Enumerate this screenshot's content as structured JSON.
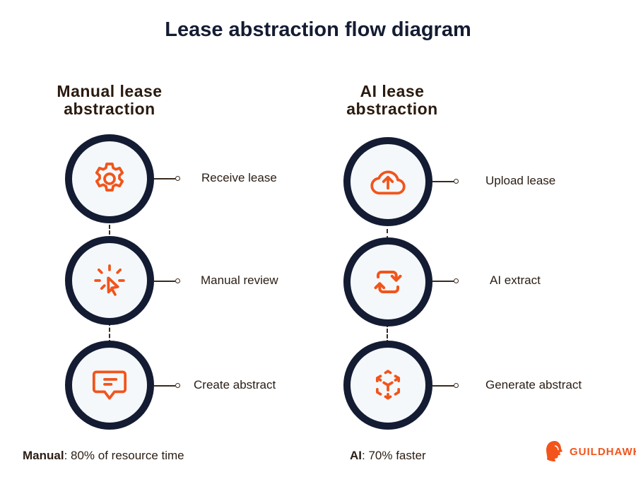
{
  "title": "Lease abstraction flow diagram",
  "manual": {
    "heading": "Manual lease abstraction",
    "steps": [
      {
        "label": "Receive lease",
        "icon": "gear-icon"
      },
      {
        "label": "Manual review",
        "icon": "cursor-click-icon"
      },
      {
        "label": "Create abstract",
        "icon": "chat-bubble-icon"
      }
    ],
    "footer_bold": "Manual",
    "footer_text": ": 80% of resource time"
  },
  "ai": {
    "heading": "AI lease abstraction",
    "steps": [
      {
        "label": "Upload lease",
        "icon": "cloud-upload-icon"
      },
      {
        "label": "AI extract",
        "icon": "refresh-icon"
      },
      {
        "label": "Generate abstract",
        "icon": "cube-expand-icon"
      }
    ],
    "footer_bold": "AI",
    "footer_text": ": 70% faster"
  },
  "brand": {
    "name": "GUILDHAWK",
    "accent": "#f2541b",
    "ring": "#141c33"
  }
}
